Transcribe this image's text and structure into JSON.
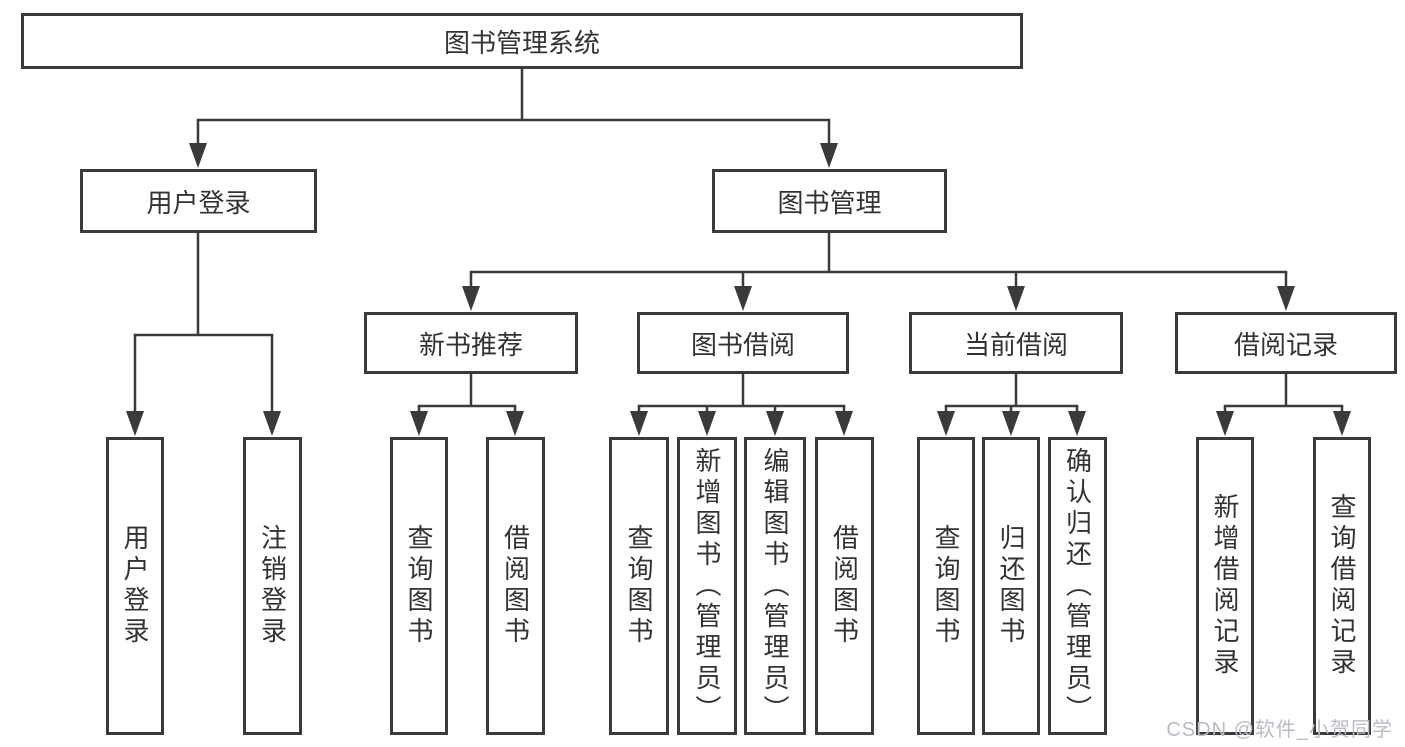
{
  "diagram": {
    "root": "图书管理系统",
    "user_login": {
      "label": "用户登录",
      "children": [
        "用户登录",
        "注销登录"
      ]
    },
    "book_management": {
      "label": "图书管理"
    },
    "modules": [
      {
        "label": "新书推荐",
        "children": [
          "查询图书",
          "借阅图书"
        ]
      },
      {
        "label": "图书借阅",
        "children": [
          "查询图书",
          "新增图书（管理员）",
          "编辑图书（管理员）",
          "借阅图书"
        ]
      },
      {
        "label": "当前借阅",
        "children": [
          "查询图书",
          "归还图书",
          "确认归还（管理员）"
        ]
      },
      {
        "label": "借阅记录",
        "children": [
          "新增借阅记录",
          "查询借阅记录"
        ]
      }
    ]
  },
  "watermark": "CSDN @软件_小贺同学",
  "colors": {
    "line": "#3a3a3a",
    "text": "#333333",
    "box_background": "#ffffff",
    "page_background": "#ffffff",
    "watermark": "#b9bcc4"
  }
}
